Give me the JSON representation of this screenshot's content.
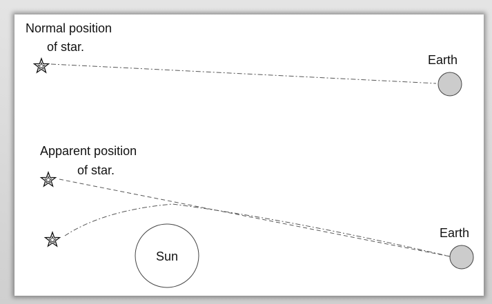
{
  "top_scene": {
    "label_line1": "Normal position",
    "label_line2": "of star.",
    "earth_label": "Earth"
  },
  "bottom_scene": {
    "label_line1": "Apparent position",
    "label_line2": "of star.",
    "earth_label": "Earth",
    "sun_label": "Sun"
  },
  "icons": {
    "star": "star-outline-icon"
  },
  "colors": {
    "line": "#555555",
    "earth_fill": "#cccccc",
    "sun_fill": "#ffffff",
    "frame": "#d0d0d0"
  }
}
